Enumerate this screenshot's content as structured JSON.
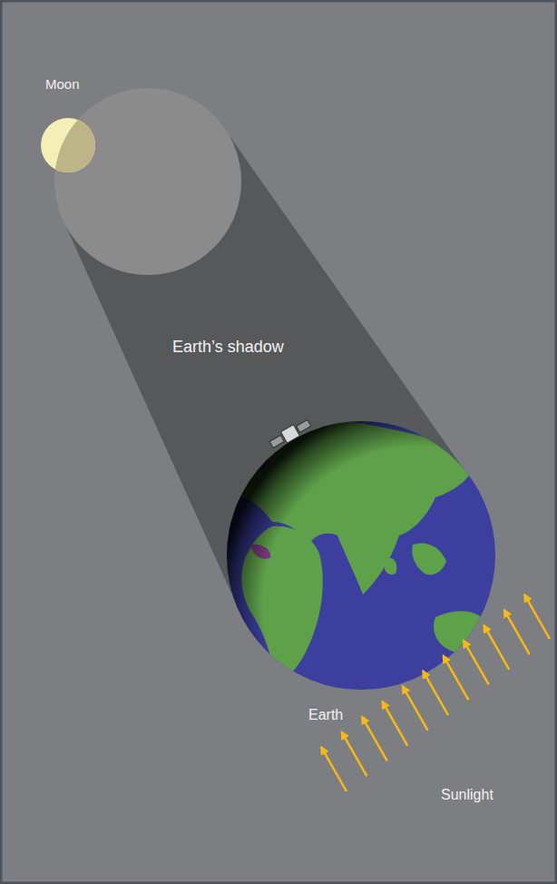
{
  "diagram": {
    "labels": [
      "Moon",
      "Earth’s shadow",
      "Earth",
      "Sunlight"
    ]
  }
}
